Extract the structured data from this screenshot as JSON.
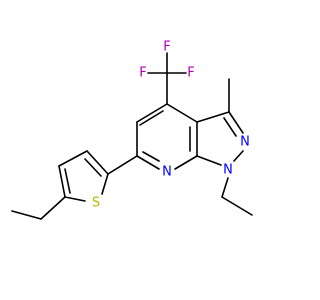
{
  "colors": {
    "carbon": "#000000",
    "nitrogen": "#0000ff",
    "sulfur": "#b8b800",
    "fluorine": "#b300b3",
    "background": "#ffffff"
  },
  "atoms": {
    "f_left": "F",
    "f_right": "F",
    "f_top": "F",
    "n_ring": "N",
    "n_pyrazole_2": "N",
    "n_pyrazole_1": "N",
    "s_thiophene": "S"
  }
}
